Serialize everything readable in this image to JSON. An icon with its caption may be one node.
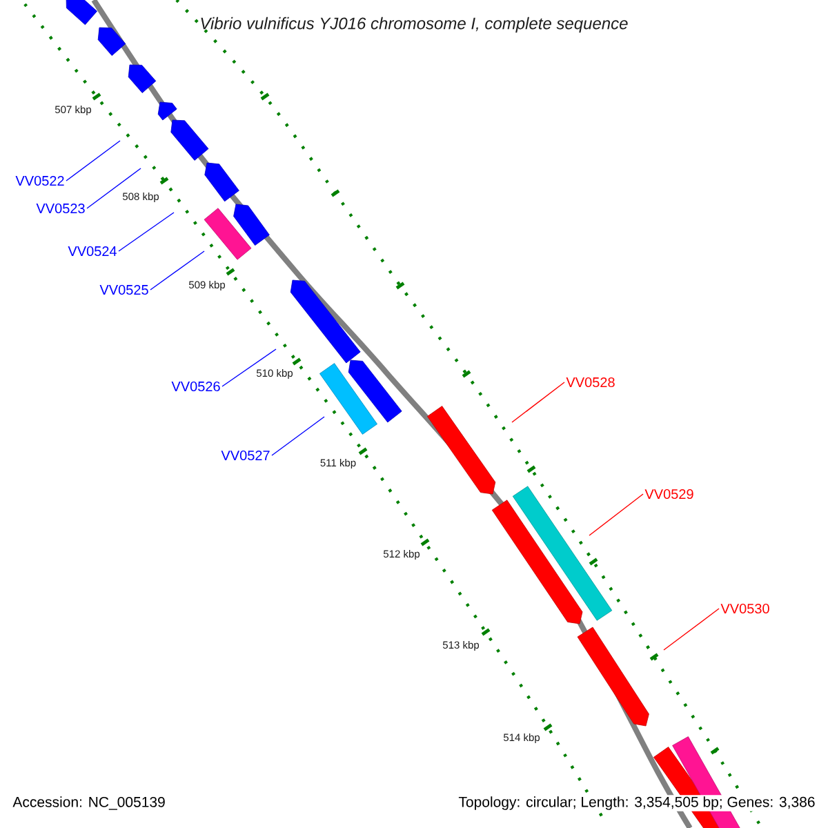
{
  "diagram": {
    "title": "Vibrio vulnificus YJ016 chromosome I, complete sequence",
    "nodes": [
      {
        "text": [
          "VV0522"
        ]
      },
      {
        "text": [
          "VV0523"
        ]
      },
      {
        "text": [
          "VV0524"
        ]
      },
      {
        "text": [
          "VV0525"
        ]
      },
      {
        "text": [
          "VV0526"
        ]
      },
      {
        "text": [
          "VV0527"
        ]
      },
      {
        "text": [
          "VV0528"
        ]
      },
      {
        "text": [
          "VV0529"
        ]
      },
      {
        "text": [
          "VV0530"
        ]
      }
    ],
    "edges": [
      {
        "from": 0,
        "to": null,
        "arrow": "none"
      },
      {
        "from": 1,
        "to": null,
        "arrow": "none"
      },
      {
        "from": 2,
        "to": null,
        "arrow": "none"
      },
      {
        "from": 3,
        "to": null,
        "arrow": "none"
      },
      {
        "from": 4,
        "to": null,
        "arrow": "none"
      },
      {
        "from": 5,
        "to": null,
        "arrow": "none"
      },
      {
        "from": 6,
        "to": null,
        "arrow": "none",
        "color": "#ff0000"
      },
      {
        "from": 7,
        "to": null,
        "arrow": "none",
        "color": "#ff0000"
      },
      {
        "from": 8,
        "to": null,
        "arrow": "none",
        "color": "#ff0000"
      }
    ],
    "labels": [
      "507 kbp",
      "508 kbp",
      "509 kbp",
      "510 kbp",
      "511 kbp",
      "512 kbp",
      "513 kbp",
      "514 kbp",
      "Accession: NC_005139",
      "Topology: circular; Length: 3,354,505 bp; Genes: 3,386"
    ]
  }
}
